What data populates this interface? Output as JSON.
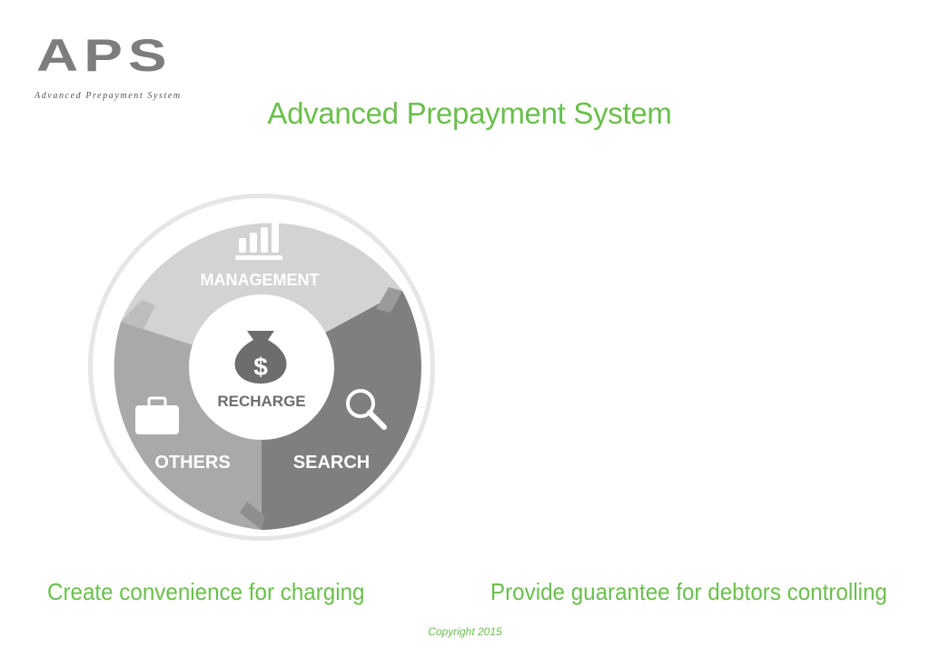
{
  "logo": {
    "mark": "APS",
    "subtitle": "Advanced Prepayment System"
  },
  "title": "Advanced Prepayment System",
  "wheel": {
    "center_label": "RECHARGE",
    "segments": [
      {
        "label": "MANAGEMENT",
        "icon": "bar-chart-icon"
      },
      {
        "label": "SEARCH",
        "icon": "magnifier-icon"
      },
      {
        "label": "OTHERS",
        "icon": "briefcase-icon"
      }
    ],
    "center_icon": "money-bag-icon",
    "colors": {
      "top": "#d3d3d3",
      "right": "#7f7f7f",
      "left": "#a9a9a9"
    }
  },
  "taglines": {
    "left": "Create convenience for charging",
    "right": "Provide guarantee for debtors controlling"
  },
  "copyright": "Copyright 2015",
  "colors": {
    "accent": "#6abf4b",
    "logo": "#7d7d7d"
  }
}
